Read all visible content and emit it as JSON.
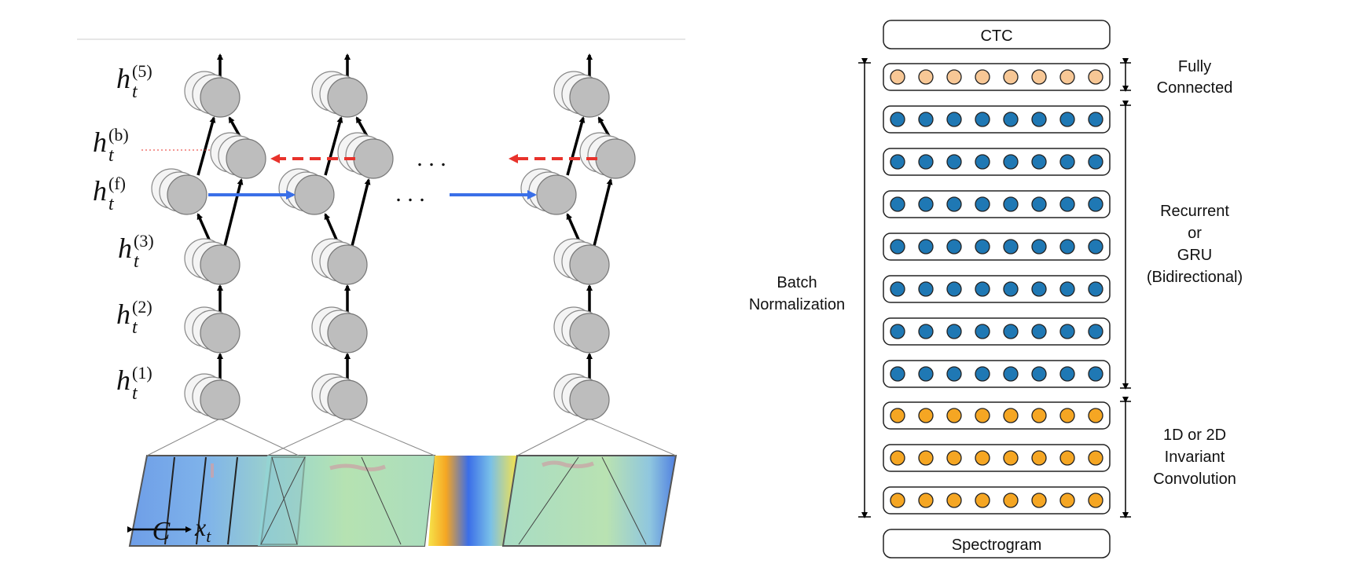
{
  "left_panel": {
    "layer_labels": [
      {
        "base": "h",
        "sub": "t",
        "sup": "(5)"
      },
      {
        "base": "h",
        "sub": "t",
        "sup": "(b)"
      },
      {
        "base": "h",
        "sub": "t",
        "sup": "(f)"
      },
      {
        "base": "h",
        "sub": "t",
        "sup": "(3)"
      },
      {
        "base": "h",
        "sub": "t",
        "sup": "(2)"
      },
      {
        "base": "h",
        "sub": "t",
        "sup": "(1)"
      }
    ],
    "ellipsis": ". . .",
    "context_label": "C",
    "input_label": {
      "base": "x",
      "sub": "t"
    },
    "forward_arrow_color": "#3a6fe8",
    "backward_arrow_color": "#e8322b",
    "node_color": "#bdbdbd"
  },
  "right_panel": {
    "top_box": "CTC",
    "bottom_box": "Spectrogram",
    "layers": [
      {
        "type": "fully-connected",
        "color": "#f7c795",
        "nodes": 8
      },
      {
        "type": "recurrent",
        "color": "#1f78b4",
        "nodes": 8
      },
      {
        "type": "recurrent",
        "color": "#1f78b4",
        "nodes": 8
      },
      {
        "type": "recurrent",
        "color": "#1f78b4",
        "nodes": 8
      },
      {
        "type": "recurrent",
        "color": "#1f78b4",
        "nodes": 8
      },
      {
        "type": "recurrent",
        "color": "#1f78b4",
        "nodes": 8
      },
      {
        "type": "recurrent",
        "color": "#1f78b4",
        "nodes": 8
      },
      {
        "type": "recurrent",
        "color": "#1f78b4",
        "nodes": 8
      },
      {
        "type": "convolution",
        "color": "#f5a623",
        "nodes": 8
      },
      {
        "type": "convolution",
        "color": "#f5a623",
        "nodes": 8
      },
      {
        "type": "convolution",
        "color": "#f5a623",
        "nodes": 8
      }
    ],
    "batch_norm_label": [
      "Batch",
      "Normalization"
    ],
    "fc_label": [
      "Fully",
      "Connected"
    ],
    "rnn_label": [
      "Recurrent",
      "or",
      "GRU",
      "(Bidirectional)"
    ],
    "conv_label": [
      "1D or 2D",
      "Invariant",
      "Convolution"
    ]
  }
}
